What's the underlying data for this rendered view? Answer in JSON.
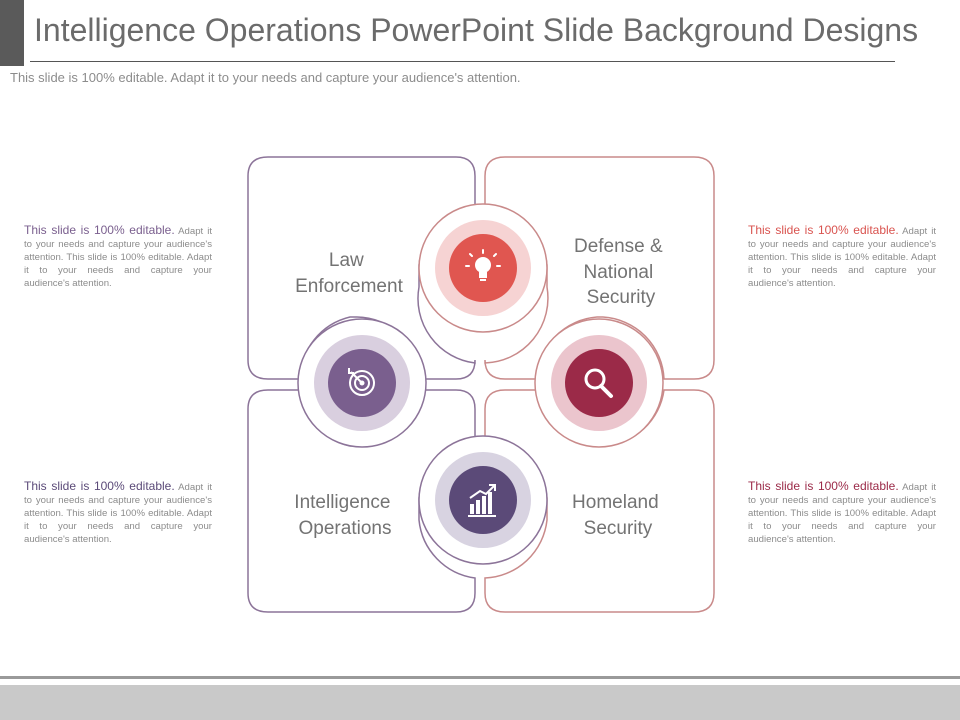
{
  "slide": {
    "title": "Intelligence Operations PowerPoint Slide Background Designs",
    "subtitle": "This slide is 100% editable. Adapt it to your needs and capture your audience's attention."
  },
  "colors": {
    "purple": "#7a5f8e",
    "lavender": "#d9cfdf",
    "red": "#e05650",
    "pink": "#f6d3d3",
    "crimson": "#9b2a48",
    "rose": "#ebc5cd",
    "indigo": "#5b4a78",
    "light_indigo": "#d8d3e1",
    "outline_purple": "#8c7499",
    "outline_red": "#c98a8a"
  },
  "quadrants": [
    {
      "label_lines": [
        "Law",
        "Enforcement"
      ],
      "icon": "target-icon"
    },
    {
      "label_lines": [
        "Defense &",
        "National",
        "Security"
      ],
      "icon": "lightbulb-icon"
    },
    {
      "label_lines": [
        "Intelligence",
        "Operations"
      ],
      "icon": "growth-chart-icon"
    },
    {
      "label_lines": [
        "Homeland",
        "Security"
      ],
      "icon": "magnifier-icon"
    }
  ],
  "side_texts": {
    "top_left": {
      "lead": "This slide is 100% editable.",
      "body": "Adapt it to your needs and capture your audience's attention. This slide is 100% editable. Adapt it to your needs and capture your audience's attention.",
      "lead_color": "#7a5f8e"
    },
    "bottom_left": {
      "lead": "This slide is 100% editable.",
      "body": "Adapt it to your needs and capture your audience's attention. This slide is 100% editable. Adapt it to your needs and capture your audience's attention.",
      "lead_color": "#5b4a78"
    },
    "top_right": {
      "lead": "This slide is 100% editable.",
      "body": "Adapt it to your needs and capture your audience's attention. This slide is 100% editable. Adapt it to your needs and capture your audience's attention.",
      "lead_color": "#d9534f"
    },
    "bottom_right": {
      "lead": "This slide is 100% editable.",
      "body": "Adapt it to your needs and capture your audience's attention. This slide is 100% editable. Adapt it to your needs and capture your audience's attention.",
      "lead_color": "#9b2a48"
    }
  }
}
